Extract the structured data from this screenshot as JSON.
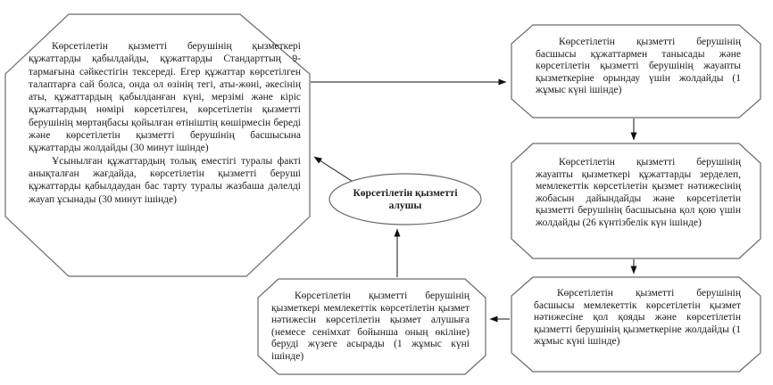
{
  "theme": {
    "background": "#ffffff",
    "shape_stroke_color": "#6a6a6a",
    "arrow_color": "#111111",
    "text_color": "#1b1b1b"
  },
  "diagram": {
    "language": "kk",
    "nodes": {
      "employee_intake": {
        "shape": "octagon",
        "paragraphs": {
          "0": "Көрсетілетін қызметті берушінің қызметкері құжаттарды қабылдайды, құжаттарды Стандарттың 9-тармағына сәйкестігін тексереді. Егер құжаттар көрсетілген талаптарға сай болса, онда ол өзінің тегі, аты-жөні, әкесінің аты, құжаттардың қабылданған күні, мерзімі және кіріс құжаттардың нөмірі көрсетілген, көрсетілетін қызметті берушінің мөртаңбасы қойылған өтініштің көшірмесін береді және көрсетілетін қызметті берушінің басшысына құжаттарды жолдайды (30 минут ішінде)",
          "1": "Ұсынылған құжаттардың толық еместігі туралы факті анықталған жағдайда, көрсетілетін қызметті беруші құжаттарды қабылдаудан бас тарту туралы жазбаша дәлелді жауап ұсынады (30 минут ішінде)"
        }
      },
      "service_recipient": {
        "shape": "ellipse",
        "text": "Көрсетілетін қызметті алушы"
      },
      "head_review": {
        "shape": "octagon",
        "text": "Көрсетілетін қызметті берушінің басшысы құжаттармен танысады және көрсетілетін қызметті берушінің жауапты қызметкеріне орындау үшін жолдайды (1 жұмыс күні ішінде)"
      },
      "responsible_prepare": {
        "shape": "octagon",
        "text": "Көрсетілетін қызметті берушінің жауапты қызметкері құжаттарды зерделеп, мемлекеттік көрсетілетін қызмет нәтижесінің жобасын дайындайды және көрсетілетін қызметті берушінің басшысына қол қою үшін жолдайды (26 күнтізбелік күн ішінде)"
      },
      "head_sign": {
        "shape": "octagon",
        "text": "Көрсетілетін қызметті берушінің басшысы мемлекеттік көрсетілетін қызмет нәтижесіне қол қояды және көрсетілетін қызметті берушінің қызметкеріне жолдайды (1 жұмыс күні ішінде)"
      },
      "deliver_result": {
        "shape": "octagon",
        "text": "Көрсетілетін қызметті берушінің қызметкері мемлекеттік көрсетілетін қызмет нәтижесін көрсетілетін қызмет алушыға (немесе сенімхат бойынша оның өкіліне) беруді жүзеге асырады (1 жұмыс күні ішінде)"
      }
    },
    "arrows": [
      {
        "from": "employee_intake",
        "to": "head_review"
      },
      {
        "from": "head_review",
        "to": "responsible_prepare"
      },
      {
        "from": "responsible_prepare",
        "to": "head_sign"
      },
      {
        "from": "head_sign",
        "to": "deliver_result"
      },
      {
        "from": "deliver_result",
        "to": "service_recipient"
      },
      {
        "from": "service_recipient",
        "to": "employee_intake"
      }
    ]
  }
}
